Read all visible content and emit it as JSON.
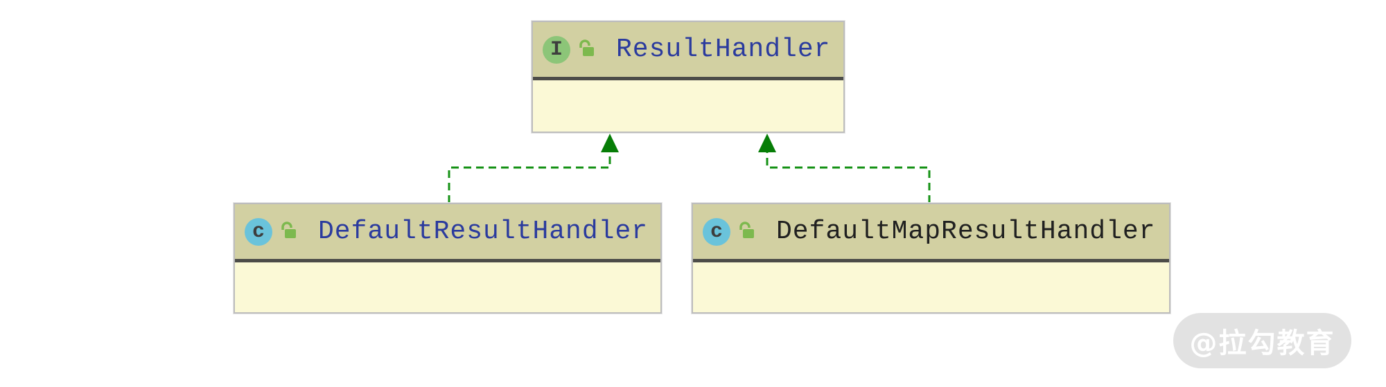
{
  "page": {
    "background": "#ffffff"
  },
  "diagram": {
    "nodes": [
      {
        "name": "ResultHandler",
        "badge": "I",
        "kind": "interface",
        "title_color": "#2b3b9e"
      },
      {
        "name": "DefaultResultHandler",
        "badge": "c",
        "kind": "class",
        "title_color": "#2b3b9e"
      },
      {
        "name": "DefaultMapResultHandler",
        "badge": "c",
        "kind": "class",
        "title_color": "#202020"
      }
    ],
    "edges": [
      {
        "from": "DefaultResultHandler",
        "to": "ResultHandler",
        "type": "realization"
      },
      {
        "from": "DefaultMapResultHandler",
        "to": "ResultHandler",
        "type": "realization"
      }
    ],
    "colors": {
      "node_header_bg": "#d2d0a2",
      "node_body_bg": "#fbf9d6",
      "node_border": "#bdbdbd",
      "header_separator": "#4c4c48",
      "title_blue": "#2b3b9e",
      "title_dark": "#202020",
      "edge_green": "#149114",
      "arrowhead_green": "#067d06",
      "interface_badge_bg": "#8cc578",
      "class_badge_bg": "#6ac3db",
      "badge_letter": "#3d3d3d",
      "lock_green": "#7db94e"
    }
  },
  "watermark": {
    "text": "@拉勾教育"
  }
}
